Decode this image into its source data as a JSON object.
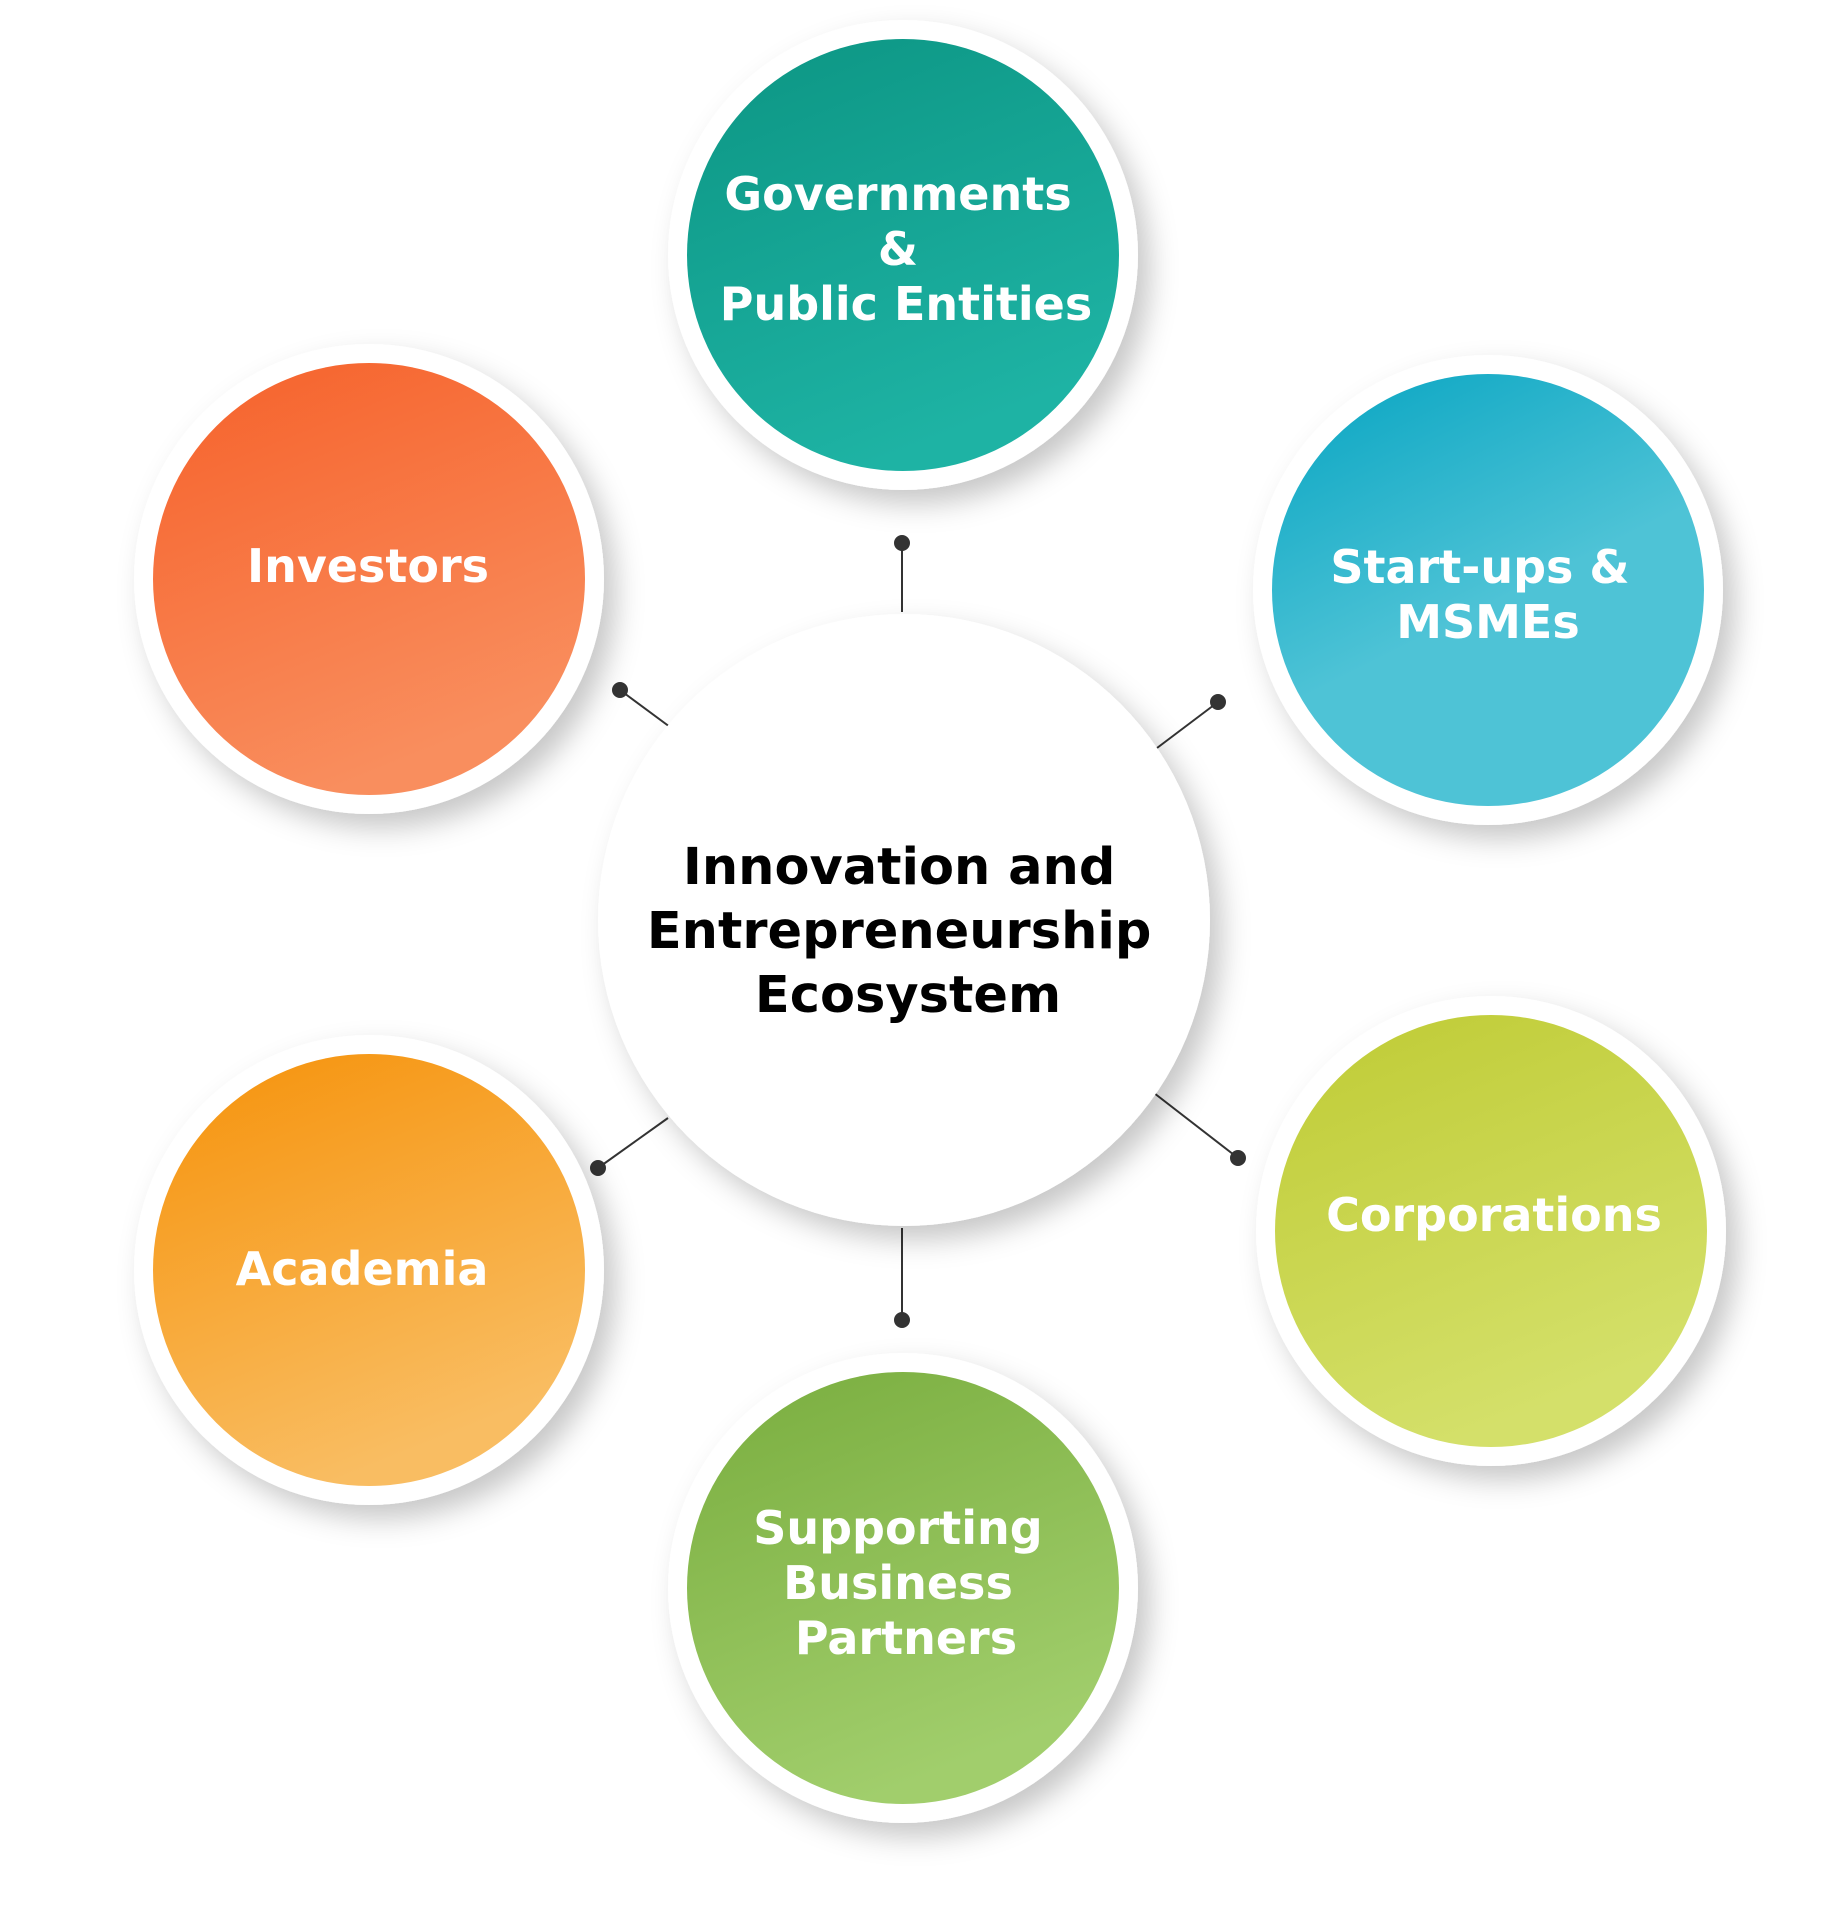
{
  "center": {
    "lines": [
      "Innovation and",
      "Entrepreneurship",
      "Ecosystem"
    ]
  },
  "nodes": [
    {
      "id": "governments",
      "lines": [
        "Governments",
        "&",
        "Public Entities"
      ],
      "color_from": "#0c9583",
      "color_to": "#1eb3a4"
    },
    {
      "id": "startups",
      "lines": [
        "Start-ups &",
        "MSMEs"
      ],
      "color_from": "#0fa8c4",
      "color_to": "#4ec3d6"
    },
    {
      "id": "corporations",
      "lines": [
        "Corporations"
      ],
      "color_from": "#bfcb34",
      "color_to": "#d4e06a"
    },
    {
      "id": "supporting-partners",
      "lines": [
        "Supporting",
        "Business",
        "Partners"
      ],
      "color_from": "#79ad3e",
      "color_to": "#a1ce6c"
    },
    {
      "id": "academia",
      "lines": [
        "Academia"
      ],
      "color_from": "#f6920a",
      "color_to": "#f9bd62"
    },
    {
      "id": "investors",
      "lines": [
        "Investors"
      ],
      "color_from": "#f6612a",
      "color_to": "#f98e5e"
    }
  ]
}
